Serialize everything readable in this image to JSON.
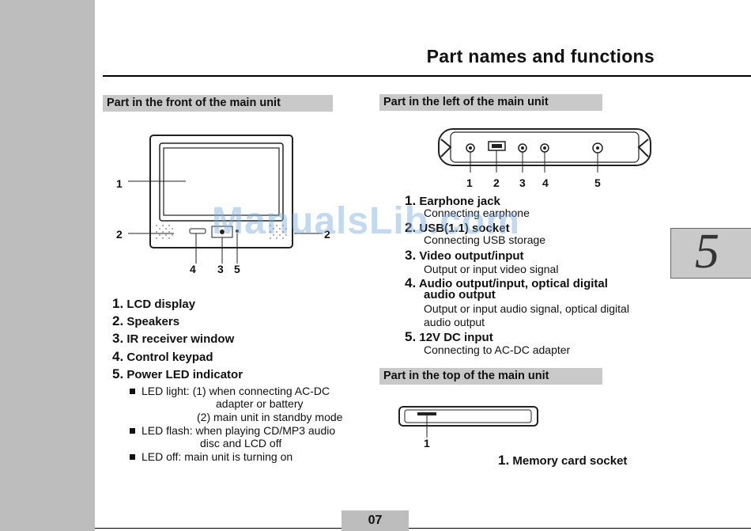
{
  "page_title": "Part names and functions",
  "chapter_tab": "5",
  "watermark": "ManualsLib.com",
  "page_number": "07",
  "front": {
    "header": "Part in the front of the main unit",
    "callouts": [
      "1",
      "2",
      "2",
      "4",
      "3",
      "5"
    ],
    "items": [
      {
        "num": "1.",
        "label": "LCD display"
      },
      {
        "num": "2.",
        "label": "Speakers"
      },
      {
        "num": "3.",
        "label": "IR receiver window"
      },
      {
        "num": "4.",
        "label": "Control keypad"
      },
      {
        "num": "5.",
        "label": "Power LED indicator"
      }
    ],
    "led_notes": [
      "LED light: (1) when connecting AC-DC",
      "adapter or battery",
      "(2) main unit in standby mode",
      "LED flash: when playing CD/MP3 audio",
      "disc and LCD off",
      "LED off: main unit is turning on"
    ]
  },
  "left": {
    "header": "Part in the left of the main unit",
    "callouts": [
      "1",
      "2",
      "3",
      "4",
      "5"
    ],
    "items": [
      {
        "num": "1.",
        "label": "Earphone jack",
        "desc": "Connecting earphone"
      },
      {
        "num": "2.",
        "label": "USB(1.1) socket",
        "desc": "Connecting USB storage"
      },
      {
        "num": "3.",
        "label": "Video output/input",
        "desc": "Output or input video signal"
      },
      {
        "num": "4.",
        "label": "Audio output/input, optical digital",
        "label2": "audio output",
        "desc": "Output or input audio signal, optical digital",
        "desc2": "audio output"
      },
      {
        "num": "5.",
        "label": "12V DC input",
        "desc": "Connecting to AC-DC adapter"
      }
    ]
  },
  "top": {
    "header": "Part in the top of the main unit",
    "callout": "1",
    "item": {
      "num": "1.",
      "label": "Memory card socket"
    }
  }
}
